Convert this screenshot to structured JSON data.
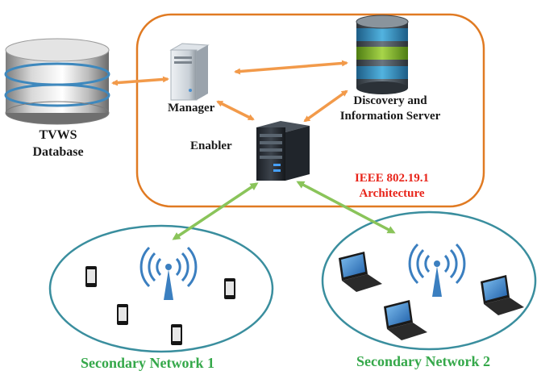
{
  "labels": {
    "tvws_line1": "TVWS",
    "tvws_line2": "Database",
    "manager": "Manager",
    "discovery_line1": "Discovery and",
    "discovery_line2": "Information Server",
    "enabler": "Enabler",
    "arch_line1": "IEEE 802.19.1",
    "arch_line2": "Architecture",
    "net1": "Secondary Network 1",
    "net2": "Secondary Network 2"
  },
  "colors": {
    "architecture_border": "#e07a22",
    "network_border": "#3a8e9e",
    "orange_arrow": "#f29a4a",
    "green_arrow": "#8ac45a",
    "label_red": "#e8241a",
    "label_green": "#35a84a",
    "antenna_blue": "#3b7fc0"
  },
  "icons": {
    "database": "database-cylinder-icon",
    "manager": "server-tower-icon",
    "discovery_server": "database-cylinder-icon",
    "enabler": "rack-server-icon",
    "access_point": "wireless-antenna-icon",
    "device_1": "smartphone-icon",
    "device_2": "laptop-icon"
  }
}
